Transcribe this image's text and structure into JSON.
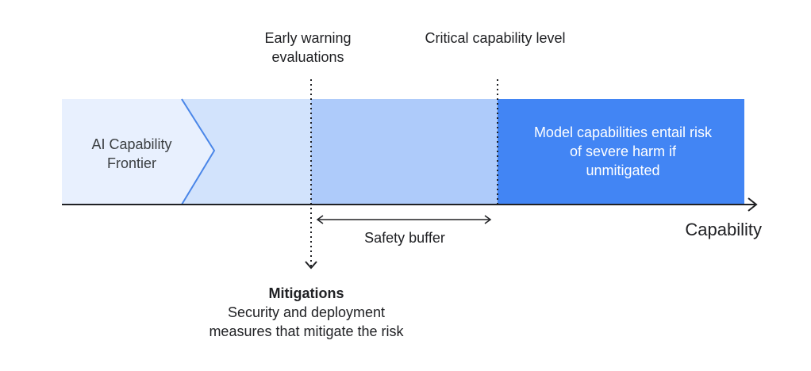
{
  "diagram": {
    "early_warning_label": "Early warning evaluations",
    "critical_capability_label": "Critical capability level",
    "frontier_label": "AI Capability Frontier",
    "severe_harm_label": "Model capabilities entail risk of severe harm if unmitigated",
    "safety_buffer_label": "Safety buffer",
    "axis_label": "Capability",
    "mitigations_title": "Mitigations",
    "mitigations_description": "Security and deployment measures that mitigate the risk"
  },
  "colors": {
    "frontier_region": "#e8f0fe",
    "pre_warning_region": "#d2e3fc",
    "buffer_region": "#aecbfa",
    "critical_region": "#4285f4",
    "frontier_edge": "#4a86e8",
    "axis": "#202124"
  }
}
